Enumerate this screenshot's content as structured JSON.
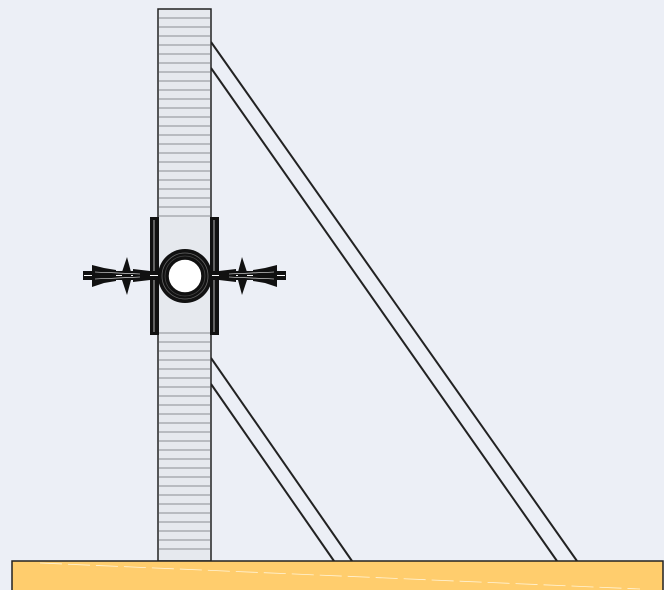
{
  "diagram": {
    "colors": {
      "background": "#eceff6",
      "column_fill": "#e6e9ee",
      "line": "#222222",
      "hatch": "#8a8d92",
      "ground_fill": "#ffcd6d",
      "clamp": "#111111",
      "rod_fill": "#ffffff"
    },
    "components": [
      "vertical-column",
      "pipe-clamp",
      "upper-diagonal-brace",
      "lower-diagonal-brace",
      "ground-base"
    ]
  }
}
